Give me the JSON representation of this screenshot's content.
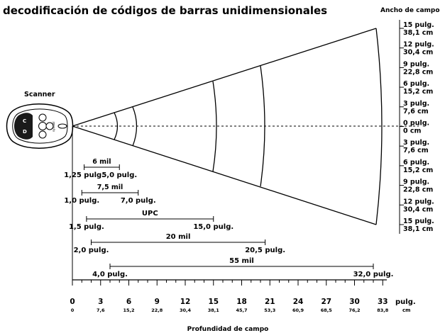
{
  "title": "decodificación de códigos de barras unidimensionales",
  "scanner_label": "Scanner",
  "scanner_brand_text": "symbol",
  "width_header": "Ancho de campo",
  "width_labels": [
    {
      "in": "15 pulg.",
      "cm": "38,1 cm"
    },
    {
      "in": "12 pulg.",
      "cm": "30,4 cm"
    },
    {
      "in": "9 pulg.",
      "cm": "22,8 cm"
    },
    {
      "in": "6 pulg.",
      "cm": "15,2 cm"
    },
    {
      "in": "3 pulg.",
      "cm": "7,6 cm"
    },
    {
      "in": "0 pulg.",
      "cm": "0 cm"
    },
    {
      "in": "3 pulg.",
      "cm": "7,6 cm"
    },
    {
      "in": "6 pulg.",
      "cm": "15,2 cm"
    },
    {
      "in": "9 pulg.",
      "cm": "22,8 cm"
    },
    {
      "in": "12 pulg.",
      "cm": "30,4 cm"
    },
    {
      "in": "15 pulg.",
      "cm": "38,1 cm"
    }
  ],
  "ranges": [
    {
      "name": "6 mil",
      "start": 1.25,
      "end": 5.0,
      "start_label": "1,25 pulg.",
      "end_label": "5,0 pulg."
    },
    {
      "name": "7,5 mil",
      "start": 1.0,
      "end": 7.0,
      "start_label": "1,0 pulg.",
      "end_label": "7,0 pulg."
    },
    {
      "name": "UPC",
      "start": 1.5,
      "end": 15.0,
      "start_label": "1,5 pulg.",
      "end_label": "15,0 pulg."
    },
    {
      "name": "20 mil",
      "start": 2.0,
      "end": 20.5,
      "start_label": "2,0 pulg.",
      "end_label": "20,5 pulg."
    },
    {
      "name": "55 mil",
      "start": 4.0,
      "end": 32.0,
      "start_label": "4,0 pulg.",
      "end_label": "32,0 pulg."
    }
  ],
  "axis": {
    "title": "Profundidad de campo",
    "unit_in": "pulg.",
    "unit_cm": "cm",
    "min": 0,
    "max": 33,
    "ticks_in": [
      "0",
      "3",
      "6",
      "9",
      "12",
      "15",
      "18",
      "21",
      "24",
      "27",
      "30",
      "33"
    ],
    "ticks_cm": [
      "0",
      "7,6",
      "15,2",
      "22,8",
      "30,4",
      "38,1",
      "45,7",
      "53,3",
      "60,9",
      "68,5",
      "76,2",
      "83,8"
    ]
  }
}
